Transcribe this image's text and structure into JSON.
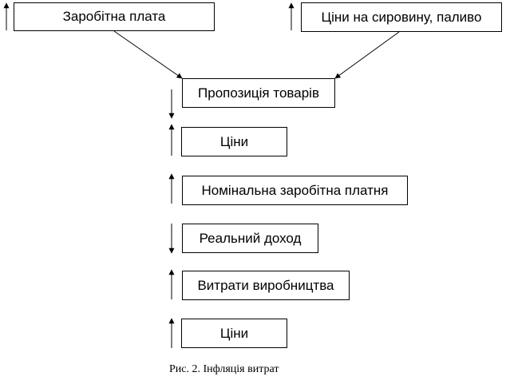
{
  "boxes": {
    "wages": "Заробітна плата",
    "raw_prices": "Ціни на сировину, паливо",
    "supply": "Пропозиція товарів",
    "prices_1": "Ціни",
    "nominal_wage": "Номінальна заробітна платня",
    "real_income": "Реальний доход",
    "production_costs": "Витрати виробництва",
    "prices_2": "Ціни"
  },
  "trend_directions": {
    "wages": "up",
    "raw_prices": "up",
    "supply": "down",
    "prices_1": "up",
    "nominal_wage": "up",
    "real_income": "down",
    "production_costs": "up",
    "prices_2": "up"
  },
  "caption": "Рис. 2. Інфляція витрат",
  "colors": {
    "line": "#000000",
    "background": "#ffffff"
  }
}
